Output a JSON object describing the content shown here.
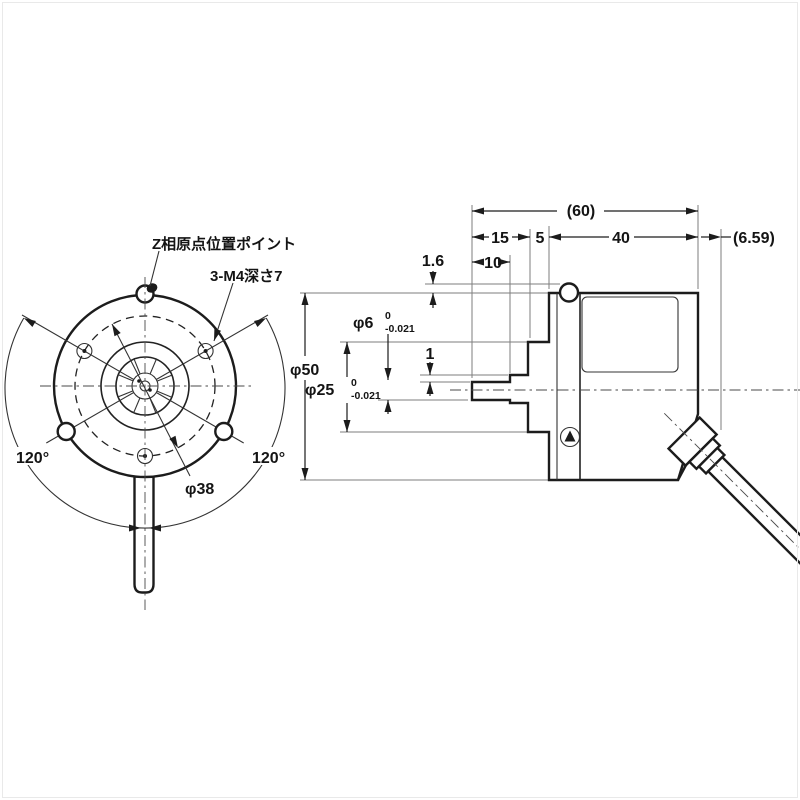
{
  "front_view": {
    "z_phase_label": "Z相原点位置ポイント",
    "mounting_label": "3-M4深さ7",
    "bolt_circle_label": "φ38",
    "angle_left_label": "120°",
    "angle_right_label": "120°"
  },
  "side_view": {
    "dim_total_length": "(60)",
    "dim_shaft_length": "15",
    "dim_boss_width": "5",
    "dim_body_length": "40",
    "dim_cable_gland": "(6.59)",
    "dim_shaft_flat": "10",
    "dim_step": "1.6",
    "dim_shoulder": "1",
    "shaft_dia": "φ6",
    "shaft_tol_upper": "0",
    "shaft_tol_lower": "-0.021",
    "body_dia": "φ50",
    "boss_dia": "φ25",
    "boss_tol_upper": "0",
    "boss_tol_lower": "-0.021"
  }
}
